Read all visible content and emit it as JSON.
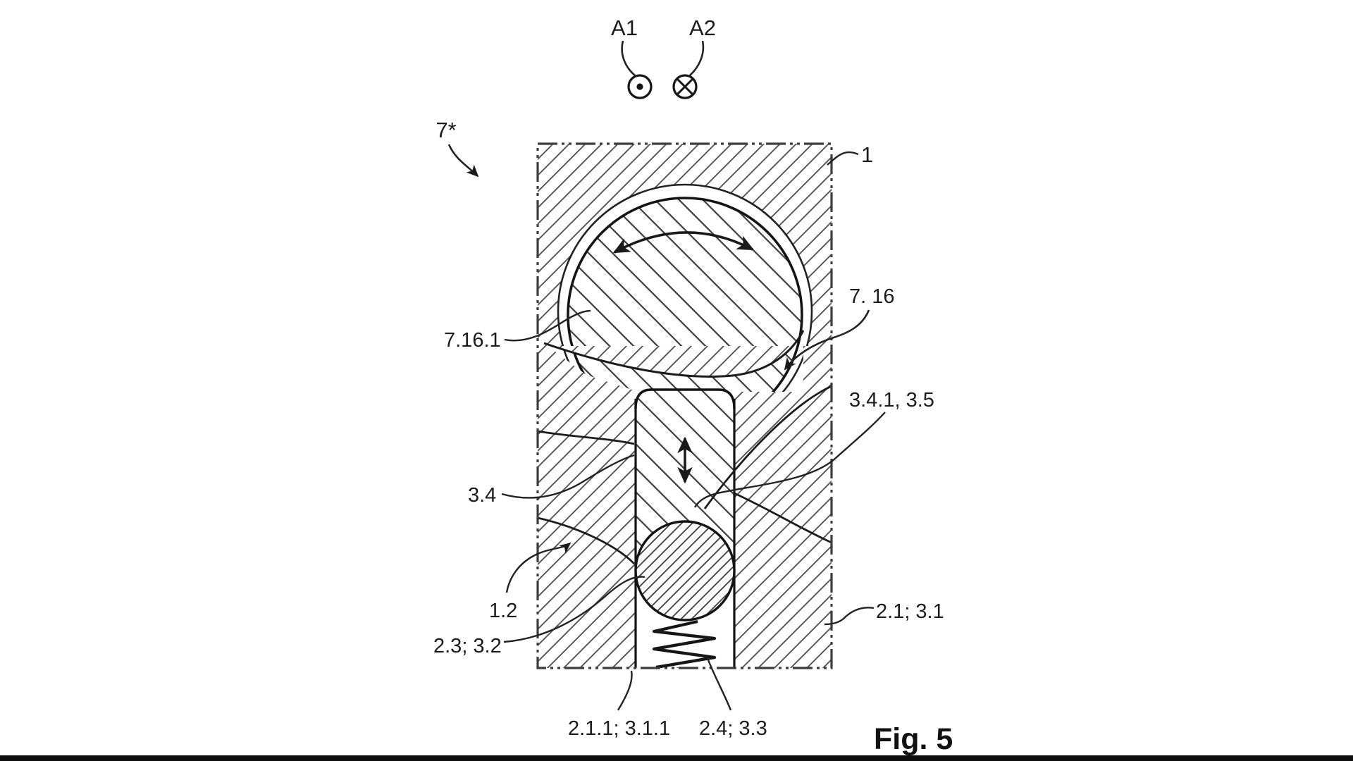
{
  "figure": {
    "caption": "Fig. 5",
    "labels": {
      "a1": "A1",
      "a2": "A2",
      "assembly": "7*",
      "housing_block": "1",
      "ball_surface": "7.16.1",
      "ball": "7. 16",
      "pin_end": "3.4.1, 3.5",
      "pin": "3.4",
      "cavity_edge": "1.2",
      "detent_ball": "2.3; 3.2",
      "bore": "2.1; 3.1",
      "bore_end": "2.1.1; 3.1.1",
      "spring": "2.4; 3.3"
    },
    "icons": {
      "a1_symbol": "axis-out-of-plane-icon",
      "a2_symbol": "axis-into-plane-icon",
      "rotation_symbol": "rotation-double-arrow-icon",
      "translation_symbol": "vertical-double-arrow-icon"
    },
    "colors": {
      "background": "#ffffff",
      "line": "#1f1f1f",
      "hatch": "#4a4a4a",
      "bottom_bar": "#0e0e0e"
    }
  }
}
